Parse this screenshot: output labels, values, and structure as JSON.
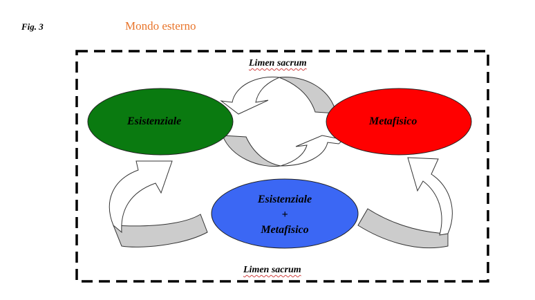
{
  "figure": {
    "fig_label": "Fig. 3",
    "outer_title": "Mondo esterno",
    "limen_top": "Limen sacrum",
    "limen_bottom": "Limen sacrum",
    "nodes": {
      "existential": {
        "label": "Esistenziale",
        "color": "#0a7a10"
      },
      "metaphysical": {
        "label": "Metafisico",
        "color": "#ff0000"
      },
      "combined": {
        "line1": "Esistenziale",
        "line2": "+",
        "line3": "Metafisico",
        "color": "#3b67f4"
      }
    },
    "colors": {
      "title": "#e8742a",
      "arrow_fill": "#ffffff",
      "arrow_shade": "#cccccc",
      "border": "#000000"
    }
  }
}
